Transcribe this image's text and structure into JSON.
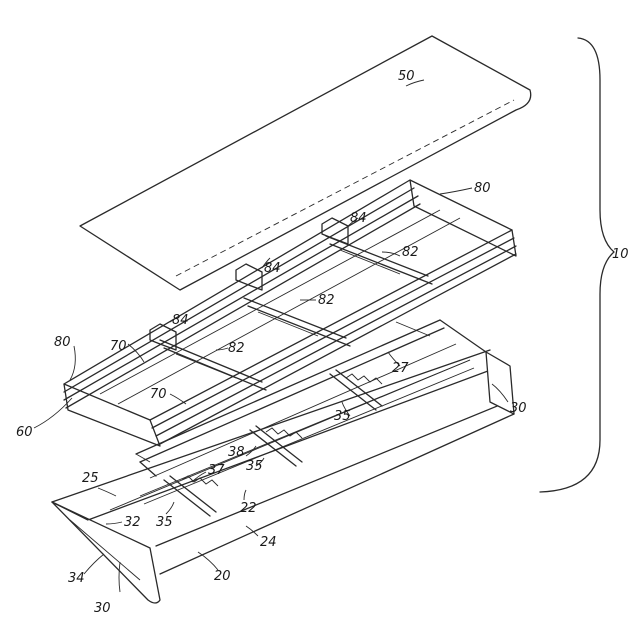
{
  "labels": {
    "n10": "10",
    "n50": "50",
    "n80a": "80",
    "n80b": "80",
    "n84a": "84",
    "n84b": "84",
    "n84c": "84",
    "n82a": "82",
    "n82b": "82",
    "n82c": "82",
    "n70a": "70",
    "n70b": "70",
    "n60": "60",
    "n27": "27",
    "n30a": "30",
    "n30b": "30",
    "n35a": "35",
    "n35b": "35",
    "n35c": "35",
    "n37": "37",
    "n38": "38",
    "n25": "25",
    "n22": "22",
    "n32": "32",
    "n24": "24",
    "n20": "20",
    "n34": "34"
  }
}
